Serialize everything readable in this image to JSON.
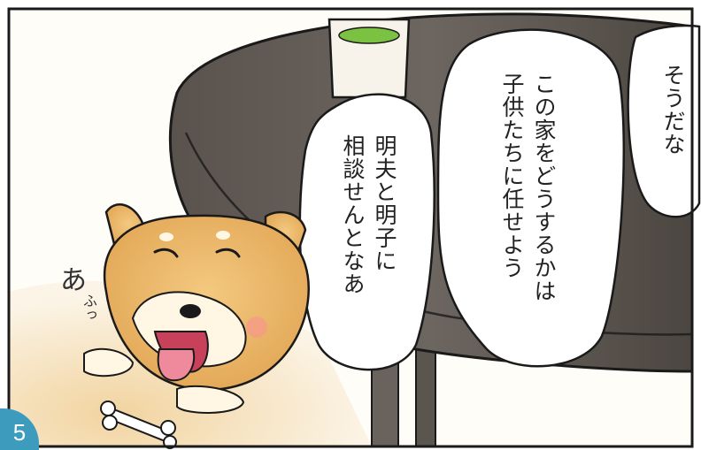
{
  "panel": {
    "number": "5",
    "sfx_a": "あ",
    "sfx_b": "ふっ"
  },
  "bubbles": {
    "right": "そうだな",
    "middle": "この家をどうするかは\n子供たちに任せよう",
    "left": "明夫と明子に\n相談せんとなあ"
  },
  "colors": {
    "border": "#1a1a1a",
    "table_dark": "#4a4540",
    "table_mid": "#6b6560",
    "dog_body": "#e9b66a",
    "dog_cream": "#fff6e4",
    "floor": "#f1d7a8",
    "tea": "#7cc242",
    "badge": "#3d9bbd"
  }
}
